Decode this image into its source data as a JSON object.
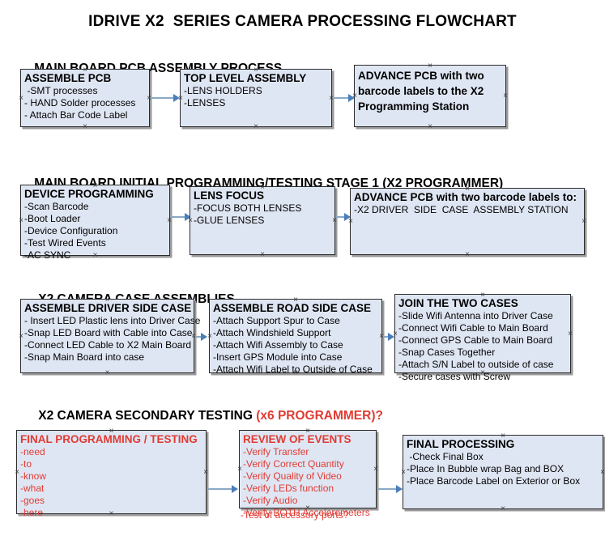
{
  "document": {
    "title": "IDRIVE X2  SERIES CAMERA PROCESSING FLOWCHART"
  },
  "colors": {
    "box_fill": "#dfe6f3",
    "box_border": "#2b2b2b",
    "box_shadow": "#9a9a9a",
    "connector": "#89a8c6",
    "arrow": "#4a7ebb",
    "red_accent": "#e03b33",
    "text": "#000000",
    "page_background": "#ffffff"
  },
  "sections": [
    {
      "id": "main-board-pcb-assembly-process",
      "heading": "MAIN BOARD PCB ASSEMBLY PROCESS",
      "heading_accent": "",
      "boxes": [
        {
          "id": "assemble-pcb",
          "title": "ASSEMBLE PCB",
          "lines": [
            " -SMT processes",
            "- HAND Solder processes",
            "- Attach Bar Code Label"
          ]
        },
        {
          "id": "top-level-assembly",
          "title": "TOP LEVEL ASSEMBLY",
          "lines": [
            "-LENS HOLDERS",
            "-LENSES"
          ]
        },
        {
          "id": "advance-pcb-to-x2-programming-station",
          "title": "ADVANCE PCB with two barcode labels to the  X2 Programming Station",
          "lines": []
        }
      ]
    },
    {
      "id": "main-board-initial-programming-testing-stage-1",
      "heading": "MAIN BOARD INITIAL PROGRAMMING/TESTING STAGE 1 (X2 PROGRAMMER)",
      "heading_accent": "",
      "boxes": [
        {
          "id": "device-programming",
          "title": "DEVICE PROGRAMMING",
          "lines": [
            "-Scan Barcode",
            "-Boot Loader",
            "-Device Configuration",
            "-Test Wired Events",
            "-AC SYNC"
          ]
        },
        {
          "id": "lens-focus",
          "title": "LENS FOCUS",
          "lines": [
            "-FOCUS BOTH LENSES",
            "-GLUE LENSES"
          ]
        },
        {
          "id": "advance-pcb-to-driver-side-case-assembly",
          "title": "ADVANCE PCB with two barcode labels to:",
          "lines": [
            "-X2 DRIVER  SIDE  CASE  ASSEMBLY STATION"
          ]
        }
      ]
    },
    {
      "id": "x2-camera-case-assemblies",
      "heading": "X2 CAMERA CASE ASSEMBLIES",
      "heading_accent": "",
      "boxes": [
        {
          "id": "assemble-driver-side-case",
          "title": "ASSEMBLE DRIVER SIDE CASE",
          "lines": [
            "- Insert LED Plastic lens into Driver Case",
            "-Snap LED Board with Cable into Case",
            "-Connect LED Cable to X2 Main Board",
            "-Snap Main Board into case"
          ]
        },
        {
          "id": "assemble-road-side-case",
          "title": "ASSEMBLE ROAD SIDE CASE",
          "lines": [
            "-Attach Support Spur to Case",
            "-Attach Windshield Support",
            "-Attach Wifi Assembly to Case",
            "-Insert GPS Module into Case",
            "-Attach Wifi Label to Outside of Case"
          ]
        },
        {
          "id": "join-the-two-cases",
          "title": "JOIN THE TWO CASES",
          "lines": [
            "-Slide Wifi Antenna into Driver Case",
            "-Connect Wifi Cable to Main Board",
            "-Connect GPS Cable to Main Board",
            "-Snap Cases Together",
            "-Attach S/N Label to outside of case",
            "-Secure cases with Screw"
          ]
        }
      ]
    },
    {
      "id": "x2-camera-secondary-testing",
      "heading": "X2 CAMERA SECONDARY TESTING ",
      "heading_accent": "(x6 PROGRAMMER)?",
      "boxes": [
        {
          "id": "final-programming-testing",
          "title": "FINAL PROGRAMMING / TESTING",
          "lines": [
            "-need",
            "-to",
            "-know",
            "-what",
            "-goes",
            "-here"
          ]
        },
        {
          "id": "review-of-events",
          "title": "REVIEW OF EVENTS",
          "lines": [
            "-Verify Transfer",
            "-Verify Correct Quantity",
            "-Verify Quality of Video",
            "-Verify LEDs function",
            "-Verify Audio",
            "-Verify BOTH Accelerometers"
          ],
          "overflow_line": "-Test of accessory ports?"
        },
        {
          "id": "final-processing",
          "title": "FINAL PROCESSING",
          "lines": [
            " -Check Final Box",
            "-Place In Bubble wrap Bag and BOX",
            "-Place Barcode Label on Exterior or Box"
          ]
        }
      ]
    }
  ]
}
